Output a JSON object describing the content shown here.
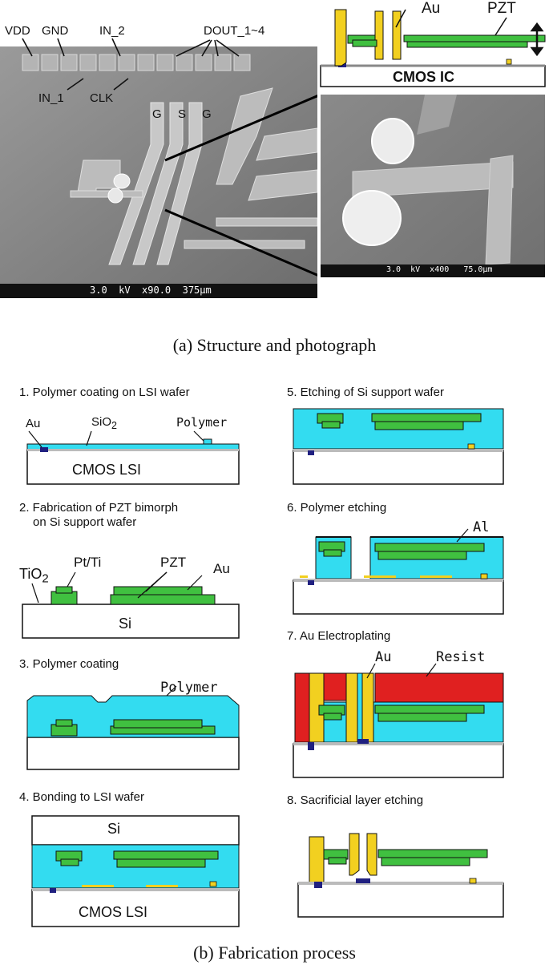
{
  "panel_a": {
    "sem_main": {
      "pad_labels": [
        "VDD",
        "GND",
        "IN_2",
        "DOUT_1~4",
        "IN_1",
        "CLK"
      ],
      "gsg": [
        "G",
        "S",
        "G"
      ],
      "scale_bar": "3.0  kV  x90.0  375µm"
    },
    "cross_section": {
      "au_label": "Au",
      "pzt_label": "PZT",
      "cmos_label": "CMOS IC"
    },
    "sem_zoom": {
      "scale_bar": "3.0  kV  x400   75.0µm"
    },
    "caption": "(a) Structure and photograph"
  },
  "panel_b": {
    "steps": [
      {
        "title": "1. Polymer coating on LSI wafer",
        "labels": {
          "au": "Au",
          "sio2": "SiO",
          "sio2_sub": "2",
          "polymer": "Polymer",
          "base": "CMOS LSI"
        }
      },
      {
        "title": "2. Fabrication of PZT bimorph",
        "title2": "on Si support wafer",
        "labels": {
          "tio2": "TiO",
          "tio2_sub": "2",
          "ptti": "Pt/Ti",
          "pzt": "PZT",
          "au": "Au",
          "base": "Si"
        }
      },
      {
        "title": "3. Polymer coating",
        "labels": {
          "polymer": "Polymer"
        }
      },
      {
        "title": "4. Bonding to LSI wafer",
        "labels": {
          "top": "Si",
          "base": "CMOS LSI"
        }
      },
      {
        "title": "5. Etching of Si support wafer",
        "labels": {}
      },
      {
        "title": "6. Polymer etching",
        "labels": {
          "al": "Al"
        }
      },
      {
        "title": "7. Au Electroplating",
        "labels": {
          "au": "Au",
          "resist": "Resist"
        }
      },
      {
        "title": "8. Sacrificial layer etching",
        "labels": {}
      }
    ],
    "caption": "(b) Fabrication process"
  },
  "colors": {
    "polymer": "#33dcf0",
    "pzt": "#40c040",
    "au": "#f2d020",
    "resist": "#e02020",
    "electrode": "#202080",
    "sem_bg": "#8c8c8c"
  }
}
